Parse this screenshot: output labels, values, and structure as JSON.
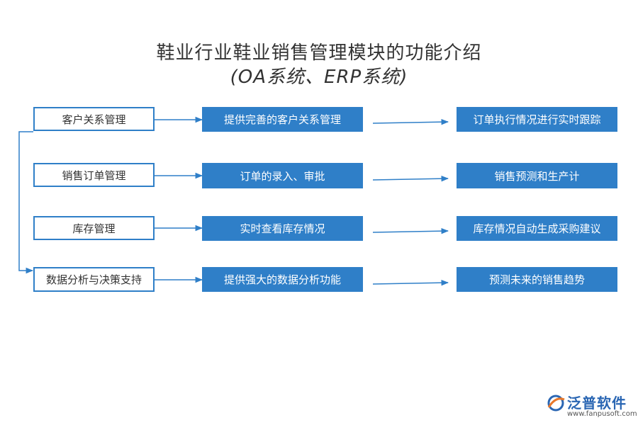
{
  "title_line1": "鞋业行业鞋业销售管理模块的功能介绍",
  "title_line2": "(OA系统、ERP系统)",
  "rows": [
    {
      "module": "客户关系管理",
      "feature": "提供完善的客户关系管理",
      "result": "订单执行情况进行实时跟踪"
    },
    {
      "module": "销售订单管理",
      "feature": "订单的录入、审批",
      "result": "销售预测和生产计"
    },
    {
      "module": "库存管理",
      "feature": "实时查看库存情况",
      "result": "库存情况自动生成采购建议"
    },
    {
      "module": "数据分析与决策支持",
      "feature": "提供强大的数据分析功能",
      "result": "预测未来的销售趋势"
    }
  ],
  "logo": {
    "name": "泛普软件",
    "url": "www.fanpusoft.com"
  },
  "colors": {
    "accent": "#2f7fc8",
    "text": "#333333"
  }
}
